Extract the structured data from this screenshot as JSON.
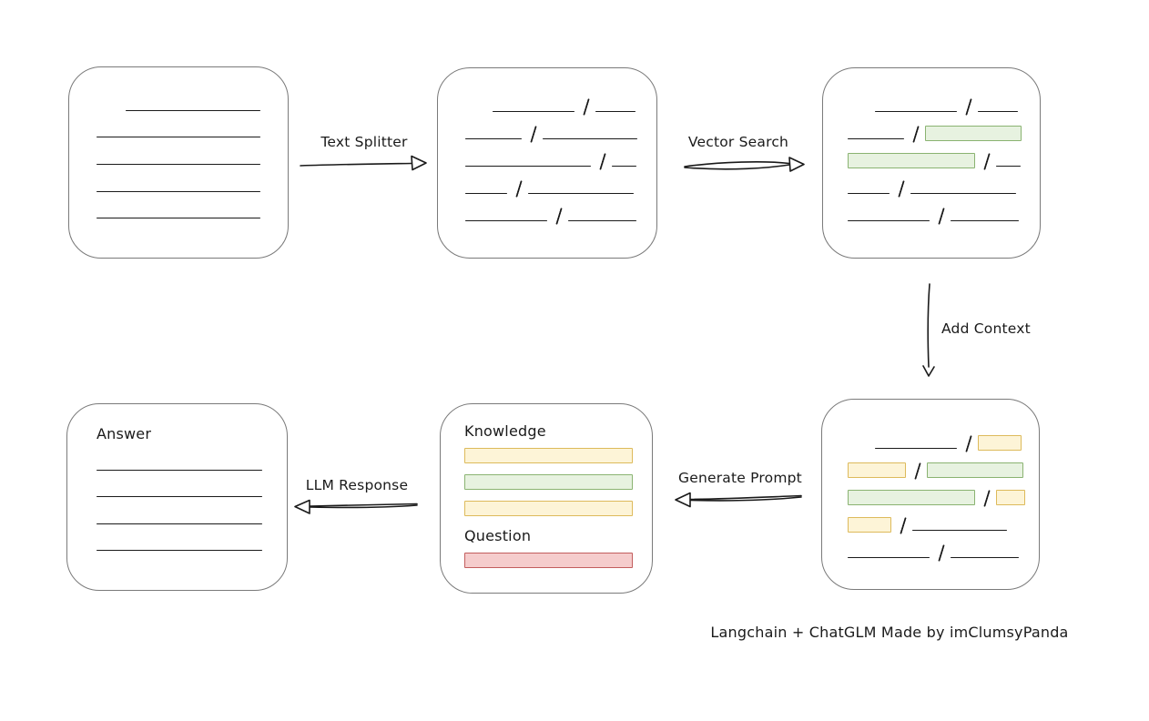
{
  "caption": "Langchain + ChatGLM Made by imClumsyPanda",
  "labels": {
    "text_splitter": "Text Splitter",
    "vector_search": "Vector Search",
    "add_context": "Add Context",
    "generate_prompt": "Generate Prompt",
    "llm_response": "LLM Response"
  },
  "prompt_box": {
    "knowledge_label": "Knowledge",
    "question_label": "Question"
  },
  "answer_box": {
    "label": "Answer"
  },
  "colors": {
    "green_fill": "#e7f2e0",
    "green_border": "#8ab371",
    "yellow_fill": "#fdf4d7",
    "yellow_border": "#ddba5b",
    "red_fill": "#f5cccc",
    "red_border": "#c25d5d",
    "box_border": "#7a7a7a",
    "ink": "#1a1a1a"
  },
  "nodes": {
    "document": {
      "rows": [
        {
          "indent": 32,
          "segs": [
            {
              "k": "line",
              "w": 148
            }
          ]
        },
        {
          "segs": [
            {
              "k": "line",
              "w": 180
            }
          ]
        },
        {
          "segs": [
            {
              "k": "line",
              "w": 180
            }
          ]
        },
        {
          "segs": [
            {
              "k": "line",
              "w": 180
            }
          ]
        },
        {
          "segs": [
            {
              "k": "line",
              "w": 180
            }
          ]
        }
      ]
    },
    "chunks": {
      "rows": [
        {
          "indent": 30,
          "segs": [
            {
              "k": "line",
              "w": 90
            },
            {
              "k": "slash"
            },
            {
              "k": "line",
              "w": 44
            }
          ]
        },
        {
          "segs": [
            {
              "k": "line",
              "w": 62
            },
            {
              "k": "slash"
            },
            {
              "k": "line",
              "w": 104
            }
          ]
        },
        {
          "segs": [
            {
              "k": "line",
              "w": 138
            },
            {
              "k": "slash"
            },
            {
              "k": "line",
              "w": 27
            }
          ]
        },
        {
          "segs": [
            {
              "k": "line",
              "w": 46
            },
            {
              "k": "slash"
            },
            {
              "k": "line",
              "w": 116
            }
          ]
        },
        {
          "segs": [
            {
              "k": "line",
              "w": 90
            },
            {
              "k": "slash"
            },
            {
              "k": "line",
              "w": 75
            }
          ]
        }
      ]
    },
    "matched": {
      "rows": [
        {
          "indent": 30,
          "segs": [
            {
              "k": "line",
              "w": 90
            },
            {
              "k": "slash"
            },
            {
              "k": "line",
              "w": 44
            }
          ]
        },
        {
          "segs": [
            {
              "k": "line",
              "w": 62
            },
            {
              "k": "slash"
            },
            {
              "k": "green",
              "w": 104
            }
          ]
        },
        {
          "segs": [
            {
              "k": "green",
              "w": 138
            },
            {
              "k": "slash"
            },
            {
              "k": "line",
              "w": 27
            }
          ]
        },
        {
          "segs": [
            {
              "k": "line",
              "w": 46
            },
            {
              "k": "slash"
            },
            {
              "k": "line",
              "w": 116
            }
          ]
        },
        {
          "segs": [
            {
              "k": "line",
              "w": 90
            },
            {
              "k": "slash"
            },
            {
              "k": "line",
              "w": 75
            }
          ]
        }
      ]
    },
    "context": {
      "rows": [
        {
          "indent": 30,
          "segs": [
            {
              "k": "line",
              "w": 90
            },
            {
              "k": "slash"
            },
            {
              "k": "yellow",
              "w": 46
            }
          ]
        },
        {
          "segs": [
            {
              "k": "yellow",
              "w": 62
            },
            {
              "k": "slash"
            },
            {
              "k": "green",
              "w": 104
            }
          ]
        },
        {
          "segs": [
            {
              "k": "green",
              "w": 138
            },
            {
              "k": "slash"
            },
            {
              "k": "yellow",
              "w": 30
            }
          ]
        },
        {
          "segs": [
            {
              "k": "yellow",
              "w": 46
            },
            {
              "k": "slash"
            },
            {
              "k": "line",
              "w": 104
            }
          ]
        },
        {
          "segs": [
            {
              "k": "line",
              "w": 90
            },
            {
              "k": "slash"
            },
            {
              "k": "line",
              "w": 75
            }
          ]
        }
      ]
    },
    "answer": {
      "rows": [
        {
          "segs": [
            {
              "k": "line",
              "w": 182
            }
          ]
        },
        {
          "segs": [
            {
              "k": "line",
              "w": 182
            }
          ]
        },
        {
          "segs": [
            {
              "k": "line",
              "w": 182
            }
          ]
        },
        {
          "segs": [
            {
              "k": "line",
              "w": 182
            }
          ]
        }
      ]
    }
  }
}
